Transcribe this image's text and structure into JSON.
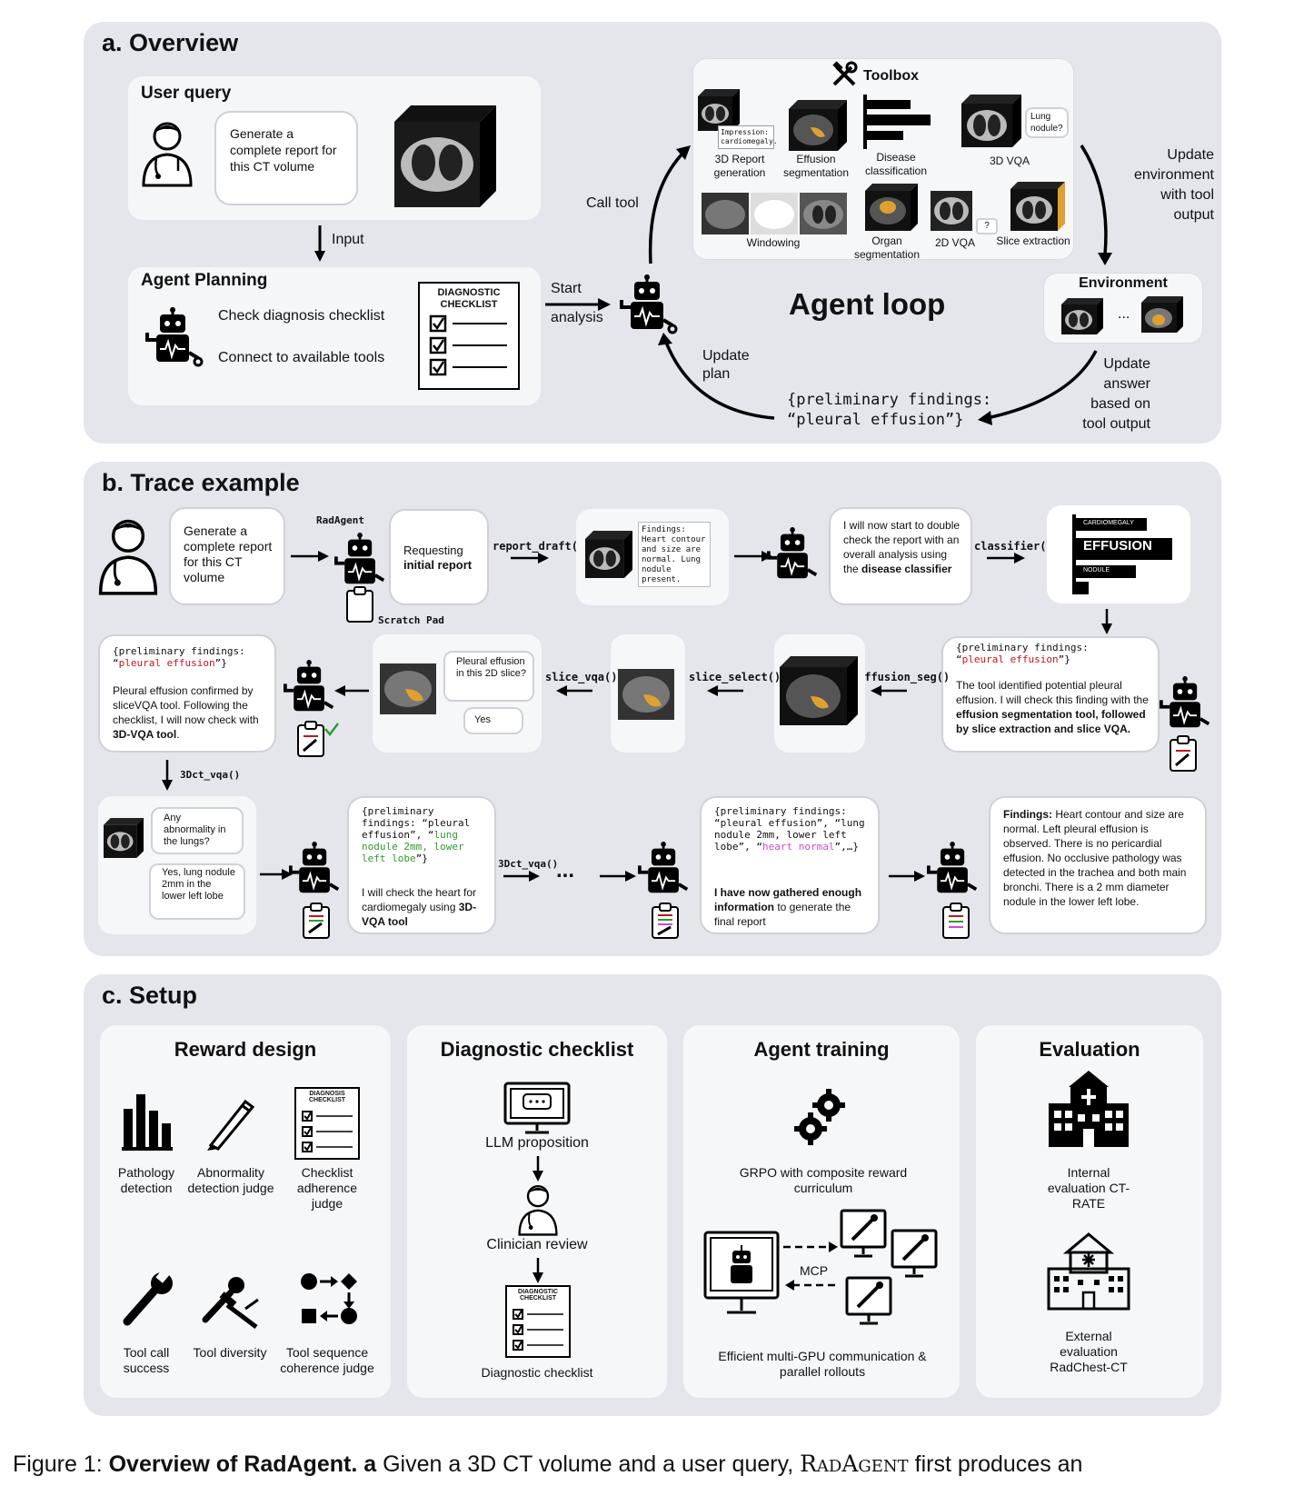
{
  "panel_a": {
    "title": "a. Overview",
    "user_query": {
      "title": "User query",
      "bubble": "Generate a complete report for this CT volume"
    },
    "input_label": "Input",
    "agent_planning": {
      "title": "Agent Planning",
      "item1": "Check diagnosis checklist",
      "item2": "Connect to available tools",
      "checklist_title": "DIAGNOSTIC CHECKLIST"
    },
    "start_label": "Start",
    "analysis_label": "analysis",
    "call_tool": "Call tool",
    "update_plan": "Update plan",
    "agent_loop": "Agent loop",
    "toolbox": {
      "title": "Toolbox",
      "tools": [
        "3D Report generation",
        "Effusion segmentation",
        "Disease classification",
        "3D VQA",
        "Windowing",
        "Organ segmentation",
        "2D VQA",
        "Slice extraction"
      ],
      "report_snippet": "Impression: cardiomegaly.",
      "vqa_bubble": "Lung nodule?",
      "vqa2d_bubble": "?"
    },
    "update_env": "Update environment with tool output",
    "environment": {
      "title": "Environment",
      "ellipsis": "..."
    },
    "update_answer": "Update answer based on tool output",
    "findings_line1": "{preliminary findings:",
    "findings_line2": "“pleural effusion”}"
  },
  "panel_b": {
    "title": "b. Trace example",
    "user_bubble": "Generate a complete report for this CT volume",
    "radagent": "RadAgent",
    "scratch_pad": "Scratch Pad",
    "requesting_1": "Requesting",
    "requesting_2": "initial report",
    "report_draft": "report_draft()",
    "report_text": "Findings: Heart contour and size are normal.  Lung nodule present.",
    "double_check_1": "I will now start to double check the report with an overall analysis using the",
    "double_check_2": "disease classifier",
    "classifier": "classifier()",
    "cls_labels": [
      "CARDIOMEGALY",
      "EFFUSION",
      "NODULE"
    ],
    "seg_findings_1": "{preliminary findings:",
    "seg_findings_q1": "“",
    "seg_findings_red": "pleural effusion",
    "seg_findings_q2": "”}",
    "seg_text_1": "The tool identified potential pleural effusion. I will check this finding with the",
    "seg_text_2": "effusion segmentation tool, followed by slice extraction and slice VQA.",
    "effusion_seg": "effusion_seg()",
    "slice_select": "slice_select()",
    "slice_vqa": "slice_vqa()",
    "slice_q": "Pleural effusion in this 2D slice?",
    "slice_a": "Yes",
    "confirm_findings_1": "{preliminary findings:",
    "confirm_q1": "“",
    "confirm_red": "pleural effusion",
    "confirm_q2": "”}",
    "confirm_text_1": "Pleural effusion confirmed by sliceVQA tool. Following the checklist, I will now check with",
    "confirm_text_2": "3D-VQA tool",
    "confirm_text_3": ".",
    "vqa3d_call_1": "3Dct_vqa()",
    "ct_q": "Any abnormality in the lungs?",
    "ct_a": "Yes, lung nodule 2mm in the lower left lobe",
    "heart_code_1": "{preliminary findings: “pleural effusion”, “",
    "heart_code_green": "lung nodule 2mm, lower left lobe",
    "heart_code_2": "”}",
    "heart_text_1": "I will check the heart for cardiomegaly using",
    "heart_text_2": "3D-VQA tool",
    "vqa3d_call_2": "3Dct_vqa()",
    "dots": "...",
    "final_code_1": "{preliminary findings: “pleural effusion”, “lung nodule 2mm, lower left lobe”, “",
    "final_code_pink": "heart normal",
    "final_code_2": "”,…}",
    "final_text_1": "I have now gathered enough information",
    "final_text_2": "to generate the final report",
    "report_label": "Findings:",
    "report_final": "Heart contour and size are normal. Left pleural effusion is observed. There is no pericardial effusion. No occlusive pathology was detected in the trachea and both main bronchi. There is a 2 mm diameter nodule in the lower left lobe."
  },
  "panel_c": {
    "title": "c. Setup",
    "reward": {
      "title": "Reward design",
      "items": [
        "Pathology detection",
        "Abnormality detection judge",
        "Checklist adherence judge",
        "Tool call success",
        "Tool diversity",
        "Tool sequence coherence judge"
      ],
      "checklist_title": "DIAGNOSIS CHECKLIST"
    },
    "checklist": {
      "title": "Diagnostic checklist",
      "step1": "LLM proposition",
      "step2": "Clinician review",
      "step3": "Diagnostic checklist",
      "checklist_title": "DIAGNOSTIC CHECKLIST"
    },
    "training": {
      "title": "Agent training",
      "grpo": "GRPO with composite reward curriculum",
      "mcp": "MCP",
      "multi_gpu": "Efficient multi-GPU communication & parallel rollouts"
    },
    "evaluation": {
      "title": "Evaluation",
      "internal": "Internal evaluation CT-RATE",
      "external": "External evaluation RadChest-CT"
    }
  },
  "caption": {
    "prefix": "Figure 1: ",
    "bold": "Overview of RadAgent.",
    "bold_a": " a",
    "text1": " Given a 3D CT volume and a user query, ",
    "sc": "RadAgent",
    "text2": " first produces an"
  }
}
